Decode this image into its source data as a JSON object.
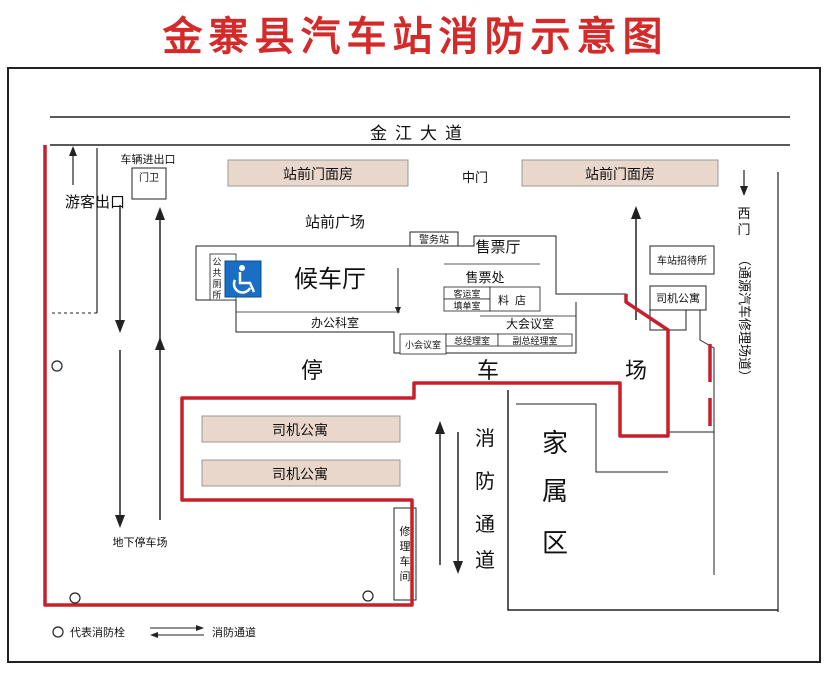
{
  "title": "金寨县汽车站消防示意图",
  "colors": {
    "fire_route": "#c8202a",
    "storefront": "#e9d7cc",
    "title": "#d42a2a"
  },
  "labels": {
    "road_top": "金江大道",
    "vehicle_entrance": "车辆进出口",
    "gate_guard": "门卫",
    "visitor_exit": "游客出口",
    "storefront_left": "站前门面房",
    "storefront_right": "站前门面房",
    "middle_gate": "中门",
    "west_gate": "西门",
    "west_road": "（通源汽车修理场道）",
    "plaza": "站前广场",
    "police": "警务站",
    "ticket_hall": "售票厅",
    "toilet": "公共厕所",
    "waiting_hall": "候车厅",
    "ticket_office": "售票处",
    "passenger_office": "客运室",
    "form_office": "填单室",
    "store": "料店",
    "office": "办公科室",
    "meeting_large": "大会议室",
    "meeting_small": "小会议室",
    "gm_office": "总经理室",
    "deputy_gm_office": "副总经理室",
    "reception": "车站招待所",
    "driver_apt_right": "司机公寓",
    "parking": "停车场",
    "driver_apt_1": "司机公寓",
    "driver_apt_2": "司机公寓",
    "repair": "修理车间",
    "fire_lane": "消防通道",
    "family": "家属区",
    "underground_parking": "地下停车场"
  },
  "legend": {
    "hydrant": "代表消防栓",
    "lane": "消防通道"
  }
}
